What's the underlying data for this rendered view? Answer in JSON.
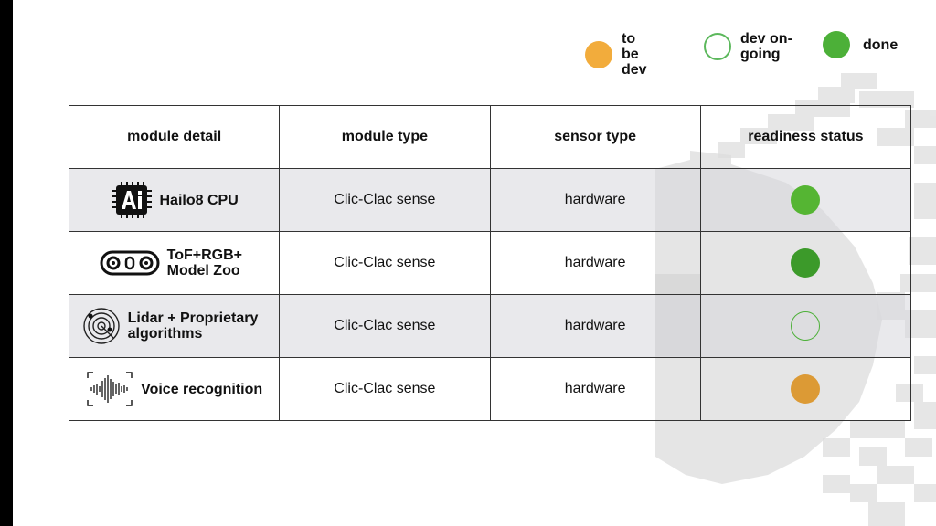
{
  "legend": [
    {
      "label": "to be dev",
      "color": "#f2ac3c",
      "style": "filled"
    },
    {
      "label": "dev on-going",
      "color": "#5cb85c",
      "style": "outline"
    },
    {
      "label": "done",
      "color": "#4cb038",
      "style": "filled"
    }
  ],
  "table": {
    "headers": [
      "module detail",
      "module type",
      "sensor type",
      "readiness status"
    ],
    "rows": [
      {
        "icon": "ai-chip-icon",
        "module": "Hailo8 CPU",
        "module_type": "Clic-Clac sense",
        "sensor_type": "hardware",
        "status": "done",
        "status_color": "#55b533",
        "status_style": "filled"
      },
      {
        "icon": "camera-icon",
        "module": "ToF+RGB+ Model Zoo",
        "module_type": "Clic-Clac sense",
        "sensor_type": "hardware",
        "status": "done",
        "status_color": "#3c9a2a",
        "status_style": "filled"
      },
      {
        "icon": "lidar-icon",
        "module": "Lidar + Proprietary algorithms",
        "module_type": "Clic-Clac sense",
        "sensor_type": "hardware",
        "status": "dev on-going",
        "status_color": "#4cb038",
        "status_style": "outline"
      },
      {
        "icon": "voice-wave-icon",
        "module": "Voice recognition",
        "module_type": "Clic-Clac sense",
        "sensor_type": "hardware",
        "status": "to be dev",
        "status_color": "#dc9a35",
        "status_style": "filled"
      }
    ]
  }
}
